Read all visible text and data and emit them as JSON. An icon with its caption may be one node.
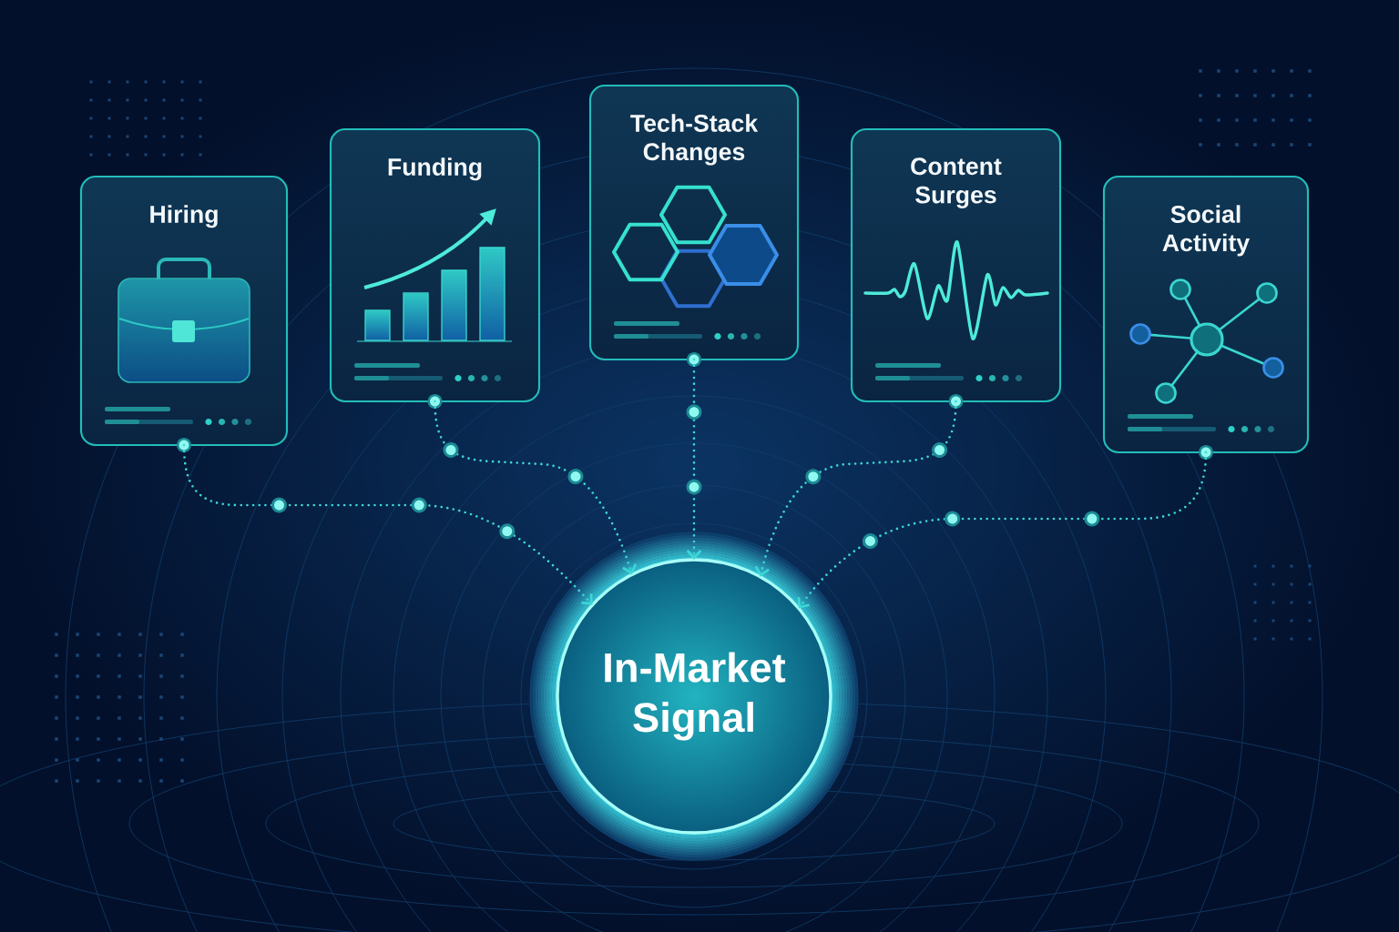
{
  "diagram": {
    "nodes": [
      {
        "text": [
          "Hiring"
        ]
      },
      {
        "text": [
          "Funding"
        ]
      },
      {
        "text": [
          "Tech-Stack Changes"
        ]
      },
      {
        "text": [
          "Content Surges"
        ]
      },
      {
        "text": [
          "Social Activity"
        ]
      },
      {
        "text": [
          "In-Market Signal"
        ]
      }
    ],
    "edges": [
      {
        "from": 0,
        "to": 5,
        "arrow": "to"
      },
      {
        "from": 1,
        "to": 5,
        "arrow": "to"
      },
      {
        "from": 2,
        "to": 5,
        "arrow": "to"
      },
      {
        "from": 3,
        "to": 5,
        "arrow": "to"
      },
      {
        "from": 4,
        "to": 5,
        "arrow": "to"
      }
    ]
  }
}
